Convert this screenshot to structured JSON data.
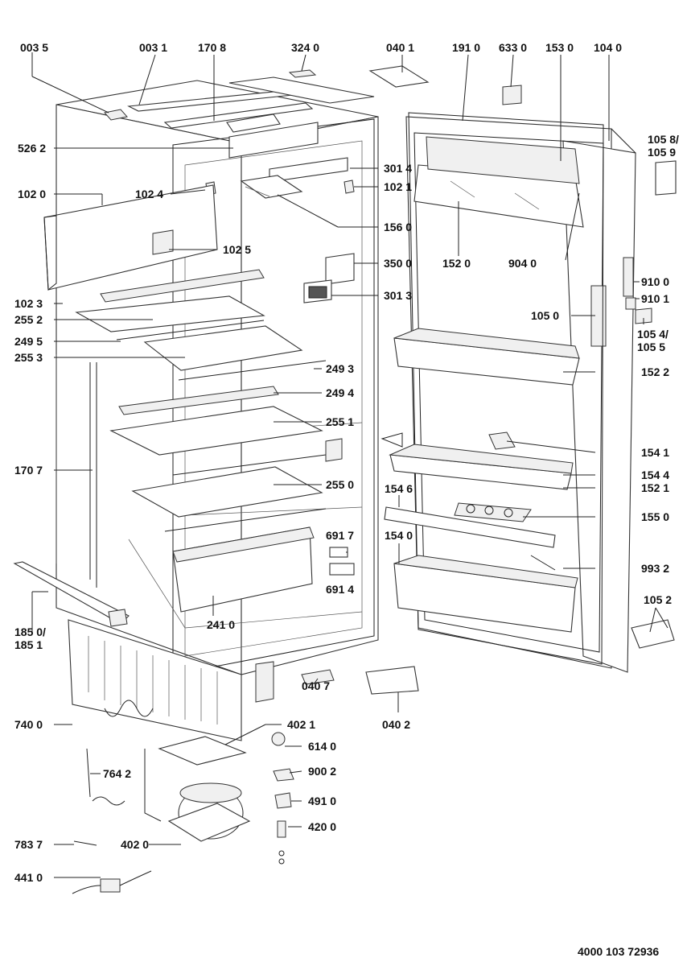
{
  "diagram": {
    "footer_code": "4000 103 72936",
    "labels": [
      {
        "id": "0035",
        "lines": [
          "003 5"
        ]
      },
      {
        "id": "0031",
        "lines": [
          "003 1"
        ]
      },
      {
        "id": "1708",
        "lines": [
          "170 8"
        ]
      },
      {
        "id": "3240",
        "lines": [
          "324 0"
        ]
      },
      {
        "id": "0401",
        "lines": [
          "040 1"
        ]
      },
      {
        "id": "1910",
        "lines": [
          "191 0"
        ]
      },
      {
        "id": "6330",
        "lines": [
          "633 0"
        ]
      },
      {
        "id": "1530",
        "lines": [
          "153 0"
        ]
      },
      {
        "id": "1040",
        "lines": [
          "104 0"
        ]
      },
      {
        "id": "1058",
        "lines": [
          "105 8/",
          "105 9"
        ]
      },
      {
        "id": "5262",
        "lines": [
          "526 2"
        ]
      },
      {
        "id": "3014",
        "lines": [
          "301 4"
        ]
      },
      {
        "id": "1020",
        "lines": [
          "102 0"
        ]
      },
      {
        "id": "1024",
        "lines": [
          "102 4"
        ]
      },
      {
        "id": "1021",
        "lines": [
          "102 1"
        ]
      },
      {
        "id": "1560",
        "lines": [
          "156 0"
        ]
      },
      {
        "id": "1025",
        "lines": [
          "102 5"
        ]
      },
      {
        "id": "1520",
        "lines": [
          "152 0"
        ]
      },
      {
        "id": "9040",
        "lines": [
          "904 0"
        ]
      },
      {
        "id": "3500",
        "lines": [
          "350 0"
        ]
      },
      {
        "id": "9100",
        "lines": [
          "910 0"
        ]
      },
      {
        "id": "1023",
        "lines": [
          "102 3"
        ]
      },
      {
        "id": "3013",
        "lines": [
          "301 3"
        ]
      },
      {
        "id": "9101",
        "lines": [
          "910 1"
        ]
      },
      {
        "id": "2552",
        "lines": [
          "255 2"
        ]
      },
      {
        "id": "1050",
        "lines": [
          "105 0"
        ]
      },
      {
        "id": "1054",
        "lines": [
          "105 4/",
          "105 5"
        ]
      },
      {
        "id": "2495",
        "lines": [
          "249 5"
        ]
      },
      {
        "id": "2553",
        "lines": [
          "255 3"
        ]
      },
      {
        "id": "2493",
        "lines": [
          "249 3"
        ]
      },
      {
        "id": "1522",
        "lines": [
          "152 2"
        ]
      },
      {
        "id": "2494",
        "lines": [
          "249 4"
        ]
      },
      {
        "id": "2551",
        "lines": [
          "255 1"
        ]
      },
      {
        "id": "1541",
        "lines": [
          "154 1"
        ]
      },
      {
        "id": "1707",
        "lines": [
          "170 7"
        ]
      },
      {
        "id": "1544",
        "lines": [
          "154 4"
        ]
      },
      {
        "id": "2550",
        "lines": [
          "255 0"
        ]
      },
      {
        "id": "1546",
        "lines": [
          "154 6"
        ]
      },
      {
        "id": "1521",
        "lines": [
          "152 1"
        ]
      },
      {
        "id": "1550",
        "lines": [
          "155 0"
        ]
      },
      {
        "id": "6917",
        "lines": [
          "691 7"
        ]
      },
      {
        "id": "1540",
        "lines": [
          "154 0"
        ]
      },
      {
        "id": "6914",
        "lines": [
          "691 4"
        ]
      },
      {
        "id": "9932",
        "lines": [
          "993 2"
        ]
      },
      {
        "id": "1052",
        "lines": [
          "105 2"
        ]
      },
      {
        "id": "2410",
        "lines": [
          "241 0"
        ]
      },
      {
        "id": "1850",
        "lines": [
          "185 0/",
          "185 1"
        ]
      },
      {
        "id": "0407",
        "lines": [
          "040 7"
        ]
      },
      {
        "id": "0402",
        "lines": [
          "040 2"
        ]
      },
      {
        "id": "7400",
        "lines": [
          "740 0"
        ]
      },
      {
        "id": "4021",
        "lines": [
          "402 1"
        ]
      },
      {
        "id": "6140",
        "lines": [
          "614 0"
        ]
      },
      {
        "id": "7642",
        "lines": [
          "764 2"
        ]
      },
      {
        "id": "9002",
        "lines": [
          "900 2"
        ]
      },
      {
        "id": "4910",
        "lines": [
          "491 0"
        ]
      },
      {
        "id": "4200",
        "lines": [
          "420 0"
        ]
      },
      {
        "id": "7837",
        "lines": [
          "783 7"
        ]
      },
      {
        "id": "4020",
        "lines": [
          "402 0"
        ]
      },
      {
        "id": "4410",
        "lines": [
          "441 0"
        ]
      }
    ]
  }
}
